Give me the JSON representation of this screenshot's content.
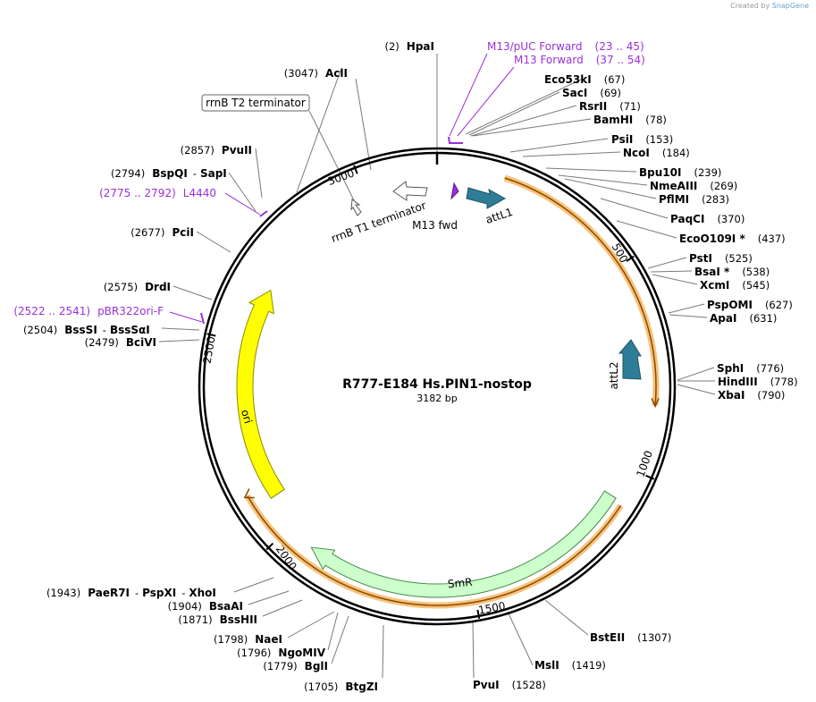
{
  "credit": {
    "prefix": "Created by",
    "brand": "SnapGene"
  },
  "map": {
    "name": "R777-E184 Hs.PIN1-nostop",
    "size_label": "3182 bp",
    "total_bp": 3182
  },
  "ticks": [
    {
      "bp": 500,
      "label": "500"
    },
    {
      "bp": 1000,
      "label": "1000"
    },
    {
      "bp": 1500,
      "label": "1500"
    },
    {
      "bp": 2000,
      "label": "2000"
    },
    {
      "bp": 2500,
      "label": "2500"
    },
    {
      "bp": 3000,
      "label": "3000"
    }
  ],
  "sites": [
    {
      "name": "HpaI",
      "pos": "(2)"
    },
    {
      "name": "Eco53kI",
      "pos": "(67)"
    },
    {
      "name": "SacI",
      "pos": "(69)"
    },
    {
      "name": "RsrII",
      "pos": "(71)"
    },
    {
      "name": "BamHI",
      "pos": "(78)"
    },
    {
      "name": "PsiI",
      "pos": "(153)"
    },
    {
      "name": "NcoI",
      "pos": "(184)"
    },
    {
      "name": "Bpu10I",
      "pos": "(239)"
    },
    {
      "name": "NmeAIII",
      "pos": "(269)"
    },
    {
      "name": "PflMI",
      "pos": "(283)"
    },
    {
      "name": "PaqCI",
      "pos": "(370)"
    },
    {
      "name": "EcoO109I *",
      "pos": "(437)"
    },
    {
      "name": "PstI",
      "pos": "(525)"
    },
    {
      "name": "BsaI *",
      "pos": "(538)"
    },
    {
      "name": "XcmI",
      "pos": "(545)"
    },
    {
      "name": "PspOMI",
      "pos": "(627)"
    },
    {
      "name": "ApaI",
      "pos": "(631)"
    },
    {
      "name": "SphI",
      "pos": "(776)"
    },
    {
      "name": "HindIII",
      "pos": "(778)"
    },
    {
      "name": "XbaI",
      "pos": "(790)"
    },
    {
      "name": "BstEII",
      "pos": "(1307)"
    },
    {
      "name": "MslI",
      "pos": "(1419)"
    },
    {
      "name": "PvuI",
      "pos": "(1528)"
    },
    {
      "name": "BtgZI",
      "pos": "(1705)"
    },
    {
      "name": "BglI",
      "pos": "(1779)"
    },
    {
      "name": "NgoMIV",
      "pos": "(1796)"
    },
    {
      "name": "NaeI",
      "pos": "(1798)"
    },
    {
      "name": "BssHII",
      "pos": "(1871)"
    },
    {
      "name": "BsaAI",
      "pos": "(1904)"
    },
    {
      "name": "PaeR7I",
      "pos": "(1943)"
    },
    {
      "name": "PspXI",
      "pos": ""
    },
    {
      "name": "XhoI",
      "pos": ""
    },
    {
      "name": "BciVI",
      "pos": "(2479)"
    },
    {
      "name": "BssSI",
      "pos": "(2504)"
    },
    {
      "name": "BssSαI",
      "pos": ""
    },
    {
      "name": "DrdI",
      "pos": "(2575)"
    },
    {
      "name": "PciI",
      "pos": "(2677)"
    },
    {
      "name": "BspQI",
      "pos": "(2794)"
    },
    {
      "name": "SapI",
      "pos": ""
    },
    {
      "name": "PvuII",
      "pos": "(2857)"
    },
    {
      "name": "AclI",
      "pos": "(3047)"
    }
  ],
  "primers": [
    {
      "name": "M13/pUC Forward",
      "range": "(23 .. 45)"
    },
    {
      "name": "M13 Forward",
      "range": "(37 .. 54)"
    },
    {
      "name": "L4440",
      "range": "(2775 .. 2792)"
    },
    {
      "name": "pBR322ori-F",
      "range": "(2522 .. 2541)"
    }
  ],
  "features": {
    "attL1": "attL1",
    "attL2": "attL2",
    "m13fwd": "M13 fwd",
    "smr": "SmR",
    "ori": "ori",
    "rrnB_T1": "rrnB T1 terminator",
    "rrnB_T2": "rrnB T2 terminator"
  },
  "colors": {
    "backbone": "#000000",
    "primer": "#9b30d9",
    "attL": "#2e7c96",
    "smr_fill": "#ccffcc",
    "smr_stroke": "#4a8a4a",
    "ori": "#ffff00",
    "orf_fill": "#f7c27a",
    "orf_line": "#8a4a00",
    "terminator": "#ffffff"
  }
}
